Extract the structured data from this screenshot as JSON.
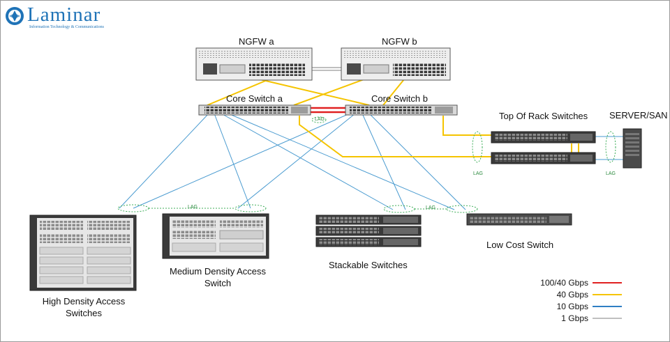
{
  "brand": {
    "name": "Laminar",
    "tagline": "Information Technology & Communications"
  },
  "devices": {
    "ngfw_a": "NGFW a",
    "ngfw_b": "NGFW b",
    "core_a": "Core Switch a",
    "core_b": "Core Switch b",
    "tor": "Top Of Rack Switches",
    "server": "SERVER/SAN",
    "high_density": "High Density Access Switches",
    "medium_density": "Medium Density Access Switch",
    "stackable": "Stackable Switches",
    "low_cost": "Low Cost Switch"
  },
  "lag_label": "LAG",
  "legend": [
    {
      "label": "100/40 Gbps",
      "color": "#e02020"
    },
    {
      "label": "40 Gbps",
      "color": "#f5c400"
    },
    {
      "label": "10 Gbps",
      "color": "#2f7fc4"
    },
    {
      "label": "1 Gbps",
      "color": "#7f7f7f"
    }
  ],
  "colors": {
    "link_100_40": "#e02020",
    "link_40": "#f5c400",
    "link_10": "#4a9bd0",
    "link_1": "#7f7f7f",
    "lag_ellipse": "#3fae5a",
    "brand": "#1f73b7"
  }
}
